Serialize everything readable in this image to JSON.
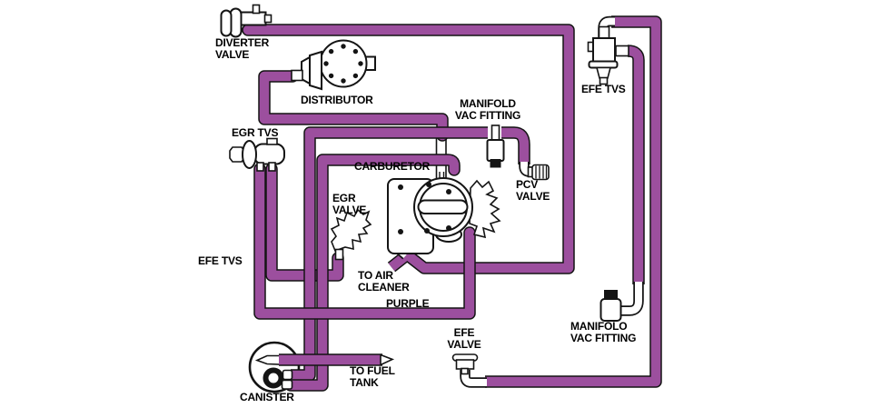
{
  "colors": {
    "hose": "#9c4f9e",
    "outline": "#141414",
    "background": "#ffffff",
    "text": "#000000"
  },
  "labels": {
    "diverter_valve": "DIVERTER\nVALVE",
    "distributor": "DISTRIBUTOR",
    "egr_tvs": "EGR TVS",
    "manifold_vac_fitting_top": "MANIFOLD\nVAC FITTING",
    "efe_tvs_top": "EFE TVS",
    "carburetor": "CARBURETOR",
    "pcv_valve": "PCV\nVALVE",
    "egr_valve": "EGR\nVALVE",
    "efe_tvs_left": "EFE TVS",
    "to_air_cleaner": "TO AIR\nCLEANER",
    "purple": "PURPLE",
    "efe_valve": "EFE\nVALVE",
    "manifolo_vac_fitting_bottom": "MANIFOLO\nVAC FITTING",
    "to_fuel_tank": "TO FUEL\nTANK",
    "canister": "CANISTER"
  },
  "hoses": [
    {
      "name": "diverter-valve-to-carburetor-base",
      "color": "purple"
    },
    {
      "name": "distributor-to-carburetor-stem",
      "color": "purple"
    },
    {
      "name": "canister-to-manifold-vac-fitting-and-pcv-valve",
      "color": "purple"
    },
    {
      "name": "canister-to-carburetor-port",
      "color": "purple"
    },
    {
      "name": "egr-tvs-to-carburetor-base-purple-line",
      "color": "purple"
    },
    {
      "name": "egr-tvs-to-egr-valve",
      "color": "purple"
    },
    {
      "name": "efe-tvs-to-efe-valve",
      "color": "purple"
    },
    {
      "name": "efe-tvs-to-manifolo-vac-fitting",
      "color": "purple"
    },
    {
      "name": "canister-to-fuel-tank",
      "color": "purple"
    },
    {
      "name": "carburetor-to-air-cleaner-stub",
      "color": "purple"
    }
  ]
}
